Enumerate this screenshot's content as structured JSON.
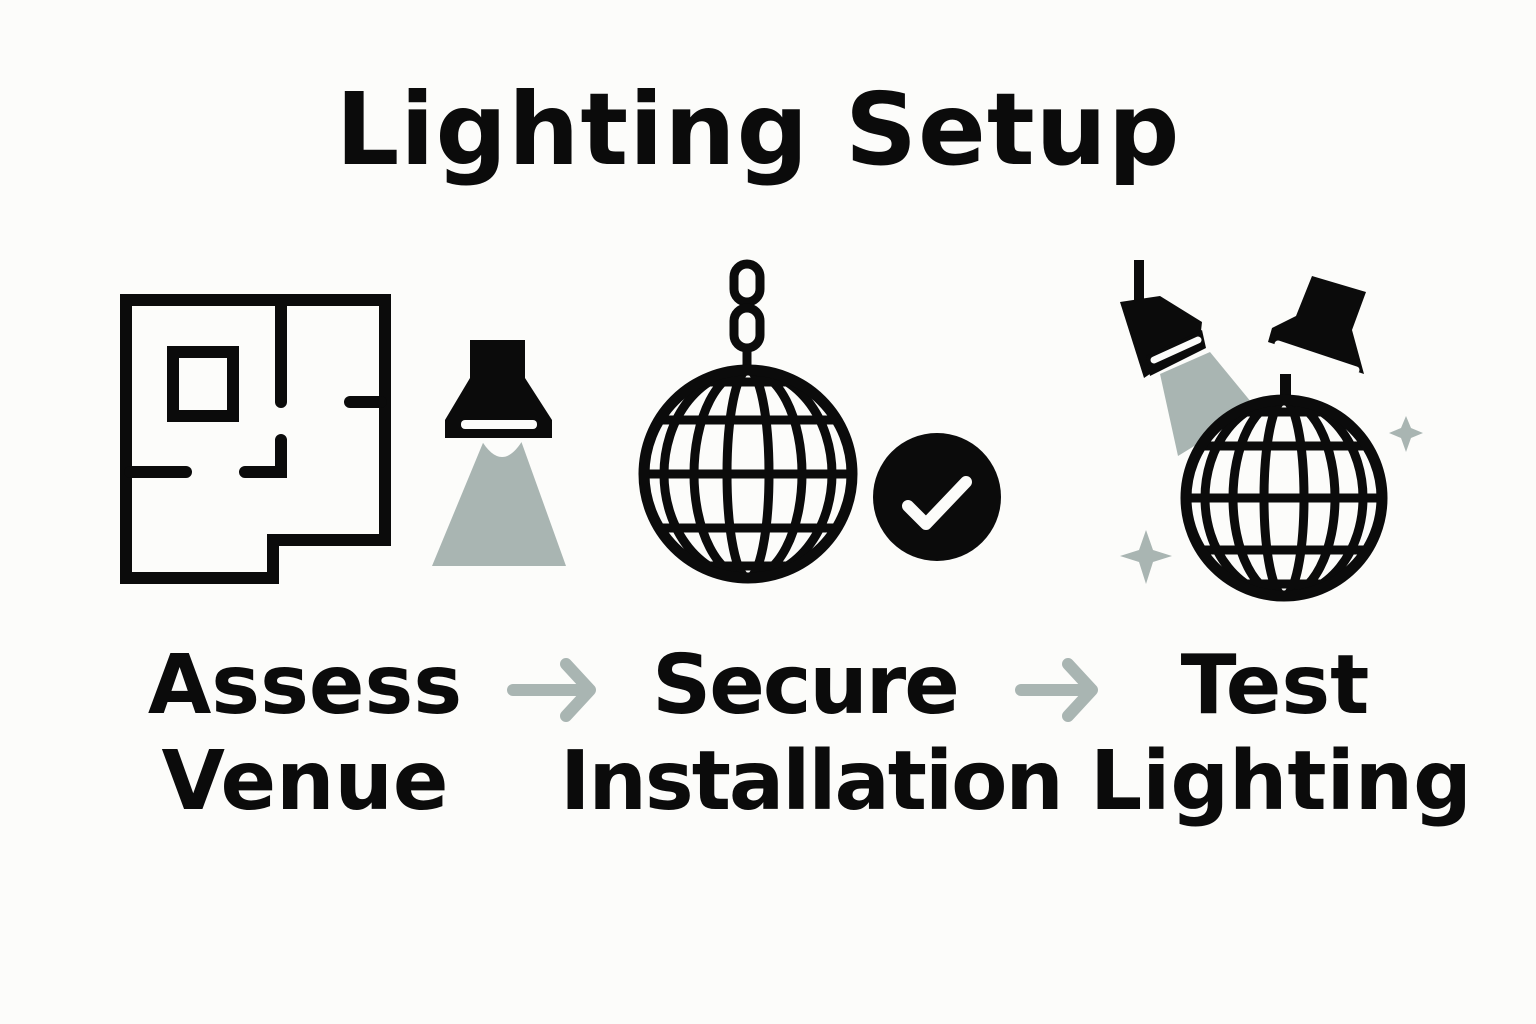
{
  "title": "Lighting Setup",
  "steps": [
    {
      "line1": "Assess",
      "line2": "Venue",
      "icon": "floor-plan-icon"
    },
    {
      "line1": "Secure",
      "line2": "Installation",
      "icon": "disco-ball-checkmark-icon"
    },
    {
      "line1": "Test",
      "line2": "Lighting",
      "icon": "disco-ball-spotlights-icon"
    }
  ],
  "colors": {
    "ink": "#0b0b0b",
    "accent_gray": "#a9b5b2",
    "background": "#fcfcfa"
  }
}
